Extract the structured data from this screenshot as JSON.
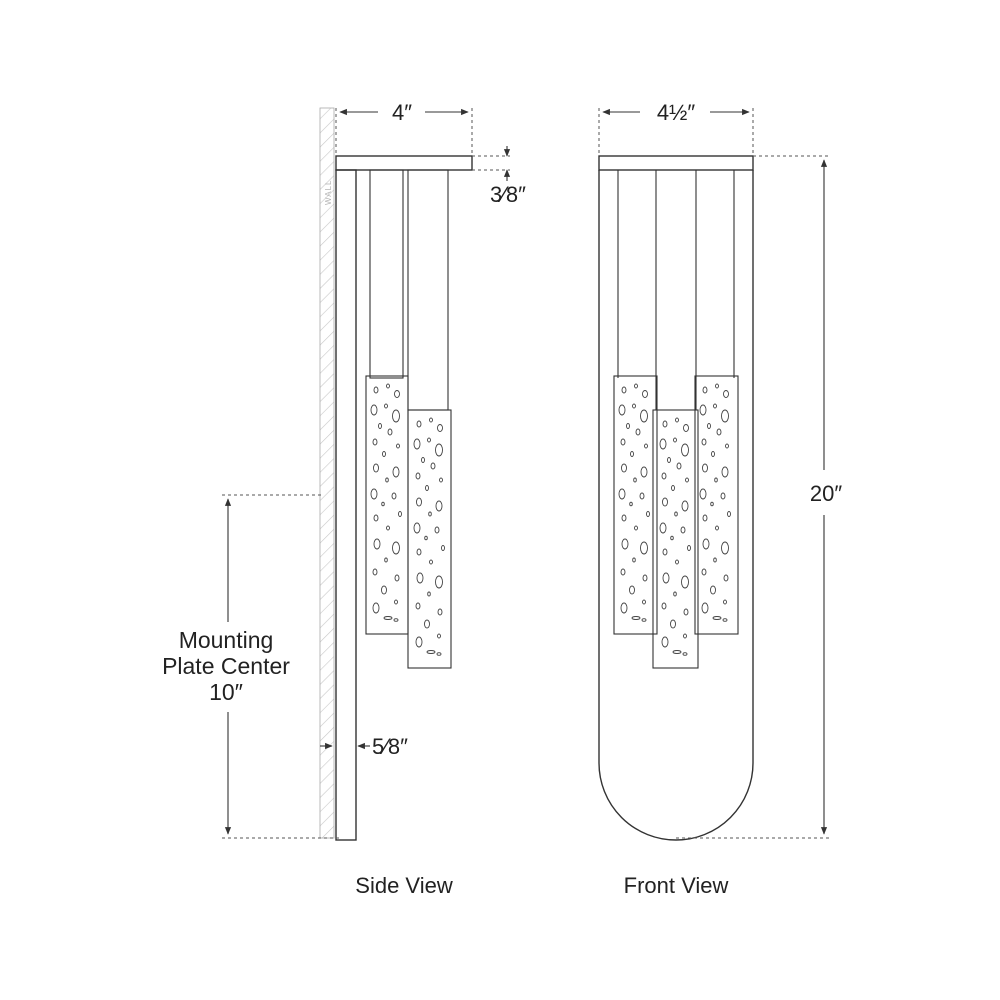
{
  "side_view": {
    "caption": "Side View",
    "depth_label": "4″",
    "canopy_label": "3⁄8″",
    "backplate_label": "5⁄8″",
    "wall_label": "WALL",
    "mounting_label_line1": "Mounting",
    "mounting_label_line2": "Plate Center",
    "mounting_label_line3": "10″"
  },
  "front_view": {
    "caption": "Front View",
    "width_label": "4½″",
    "height_label": "20″"
  }
}
